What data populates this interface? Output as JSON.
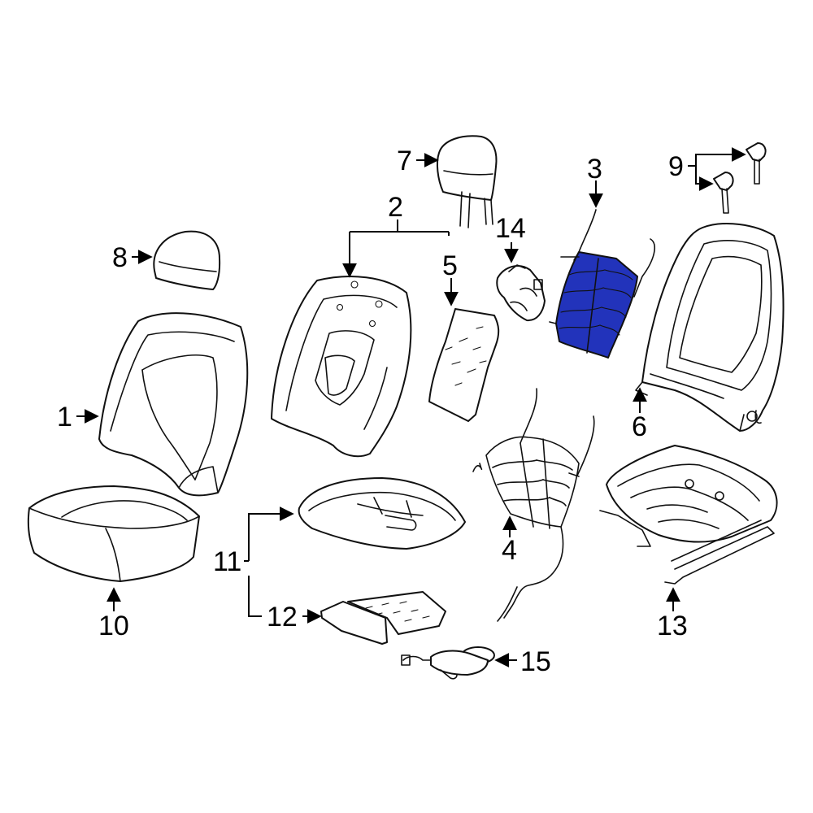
{
  "colors": {
    "highlight": "#2233bb",
    "line": "#111111",
    "background": "#ffffff"
  },
  "callouts": {
    "c1": "1",
    "c2": "2",
    "c3": "3",
    "c4": "4",
    "c5": "5",
    "c6": "6",
    "c7": "7",
    "c8": "8",
    "c9": "9",
    "c10": "10",
    "c11": "11",
    "c12": "12",
    "c13": "13",
    "c14": "14",
    "c15": "15"
  },
  "highlighted_part": "3"
}
